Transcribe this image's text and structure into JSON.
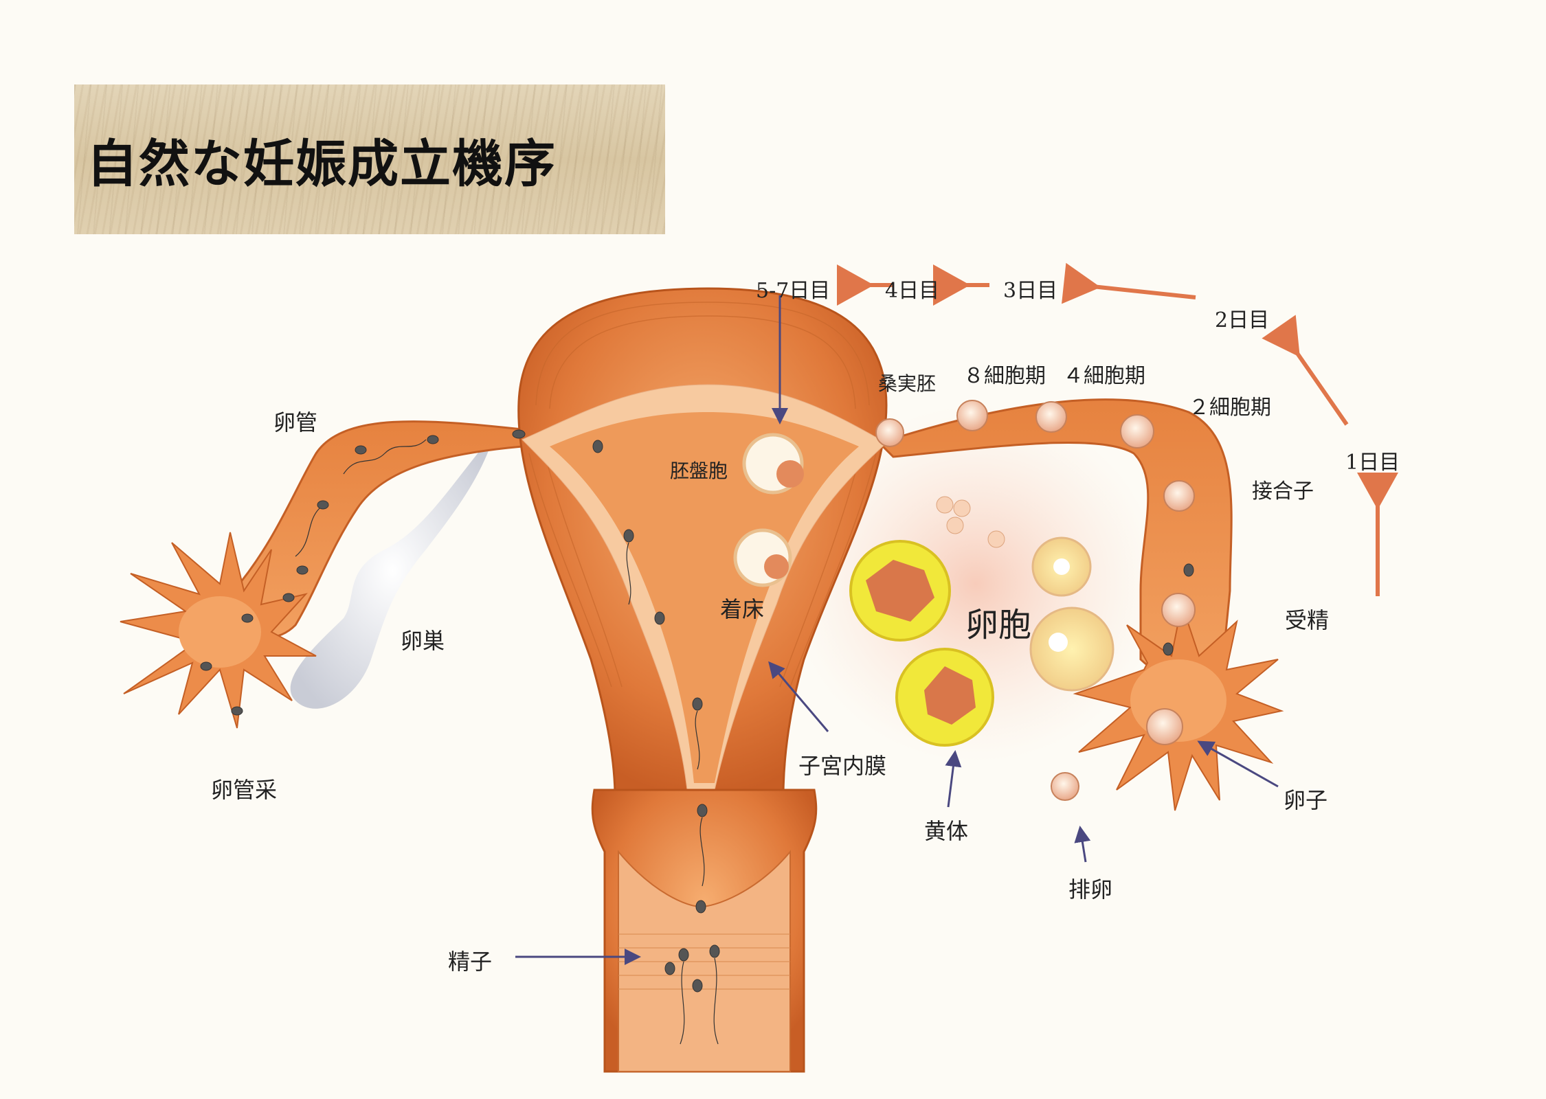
{
  "title": "自然な妊娠成立機序",
  "labels": {
    "day_5_7": "5-7日目",
    "day_4": "4日目",
    "day_3": "3日目",
    "day_2": "2日目",
    "day_1": "1日目",
    "morula": "桑実胚",
    "cell_8": "８細胞期",
    "cell_4": "４細胞期",
    "cell_2": "２細胞期",
    "zygote": "接合子",
    "fertilization": "受精",
    "oviduct": "卵管",
    "blastocyst": "胚盤胞",
    "implantation": "着床",
    "ovary": "卵巣",
    "follicle": "卵胞",
    "fimbria": "卵管采",
    "endometrium": "子宮内膜",
    "corpus_luteum": "黄体",
    "egg": "卵子",
    "ovulation": "排卵",
    "sperm": "精子"
  },
  "colors": {
    "uterus": "#e07a3a",
    "uterus_light": "#f2a56a",
    "lining": "#f7caa0",
    "ovary": "#d9dbe2",
    "arrow_orange": "#e0764a",
    "arrow_purple": "#4a4880",
    "corpus_yellow": "#f1e83a"
  }
}
